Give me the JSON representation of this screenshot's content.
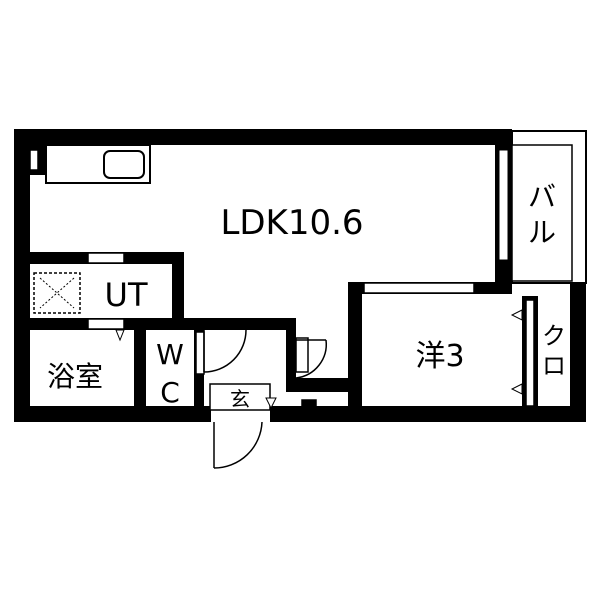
{
  "floorplan": {
    "colors": {
      "wall": "#000000",
      "background": "#ffffff",
      "stroke": "#000000"
    },
    "rooms": {
      "ldk": "LDK10.6",
      "unit_toilet": "UT",
      "bath": "浴室",
      "wc_w": "W",
      "wc_c": "C",
      "entrance": "玄",
      "western_room": "洋3",
      "closet_top": "ク",
      "closet_bottom": "ロ",
      "balcony_top": "バ",
      "balcony_bottom": "ル"
    }
  }
}
